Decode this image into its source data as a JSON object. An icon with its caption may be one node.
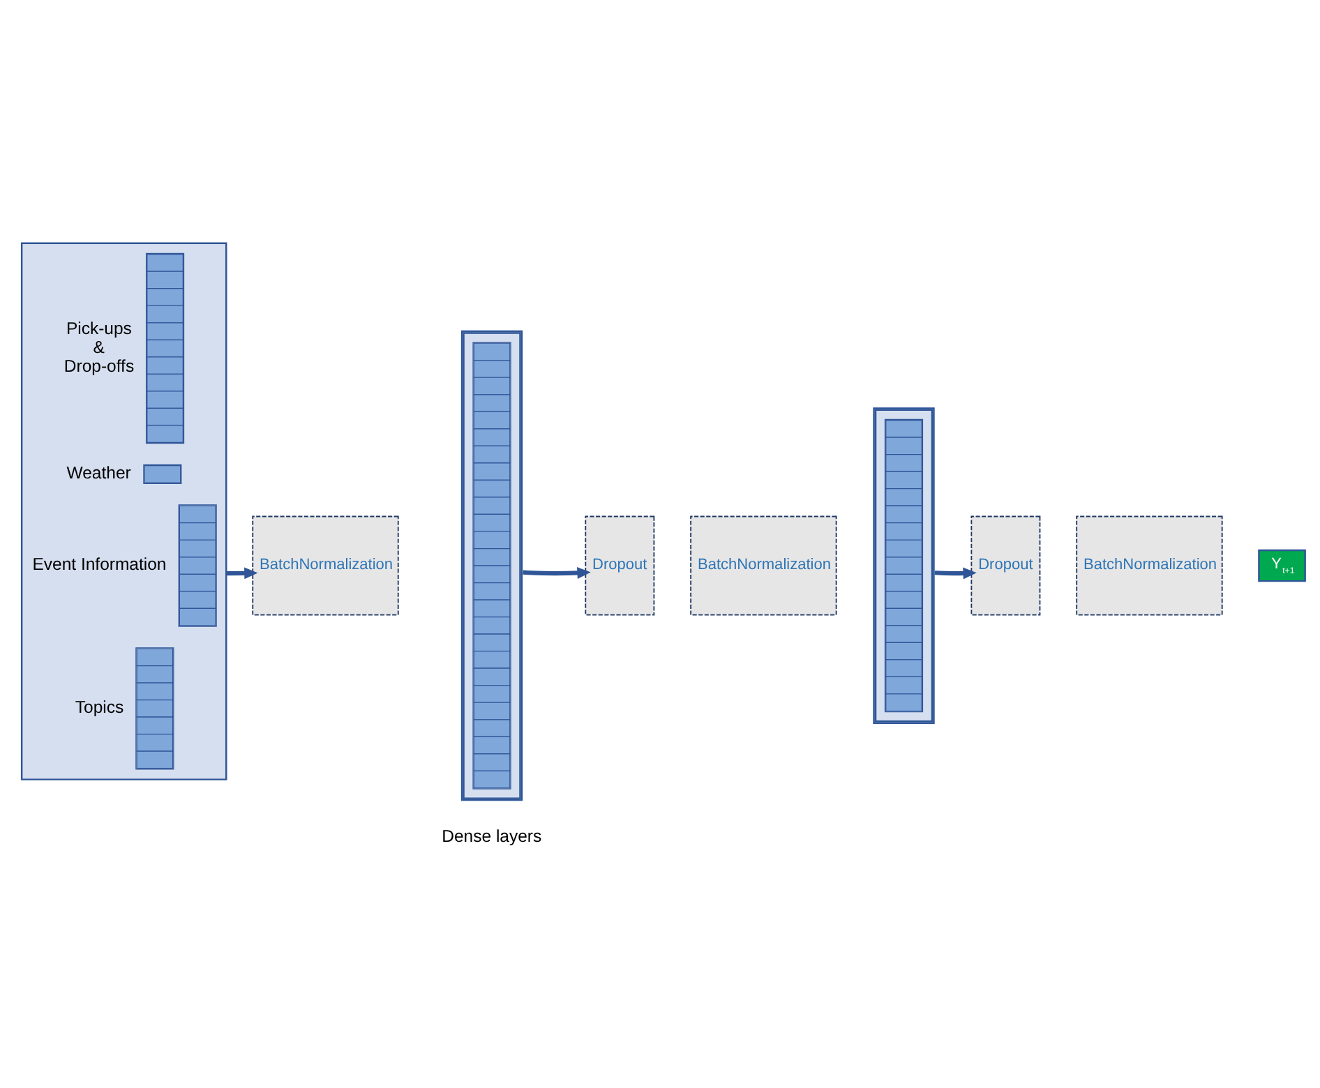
{
  "diagram": {
    "nodes": [
      {
        "text": [],
        "shape": "bar"
      },
      {
        "text": [],
        "shape": "bar",
        "in": 0,
        "beside": [
          "Pick-ups & Drop-offs"
        ]
      },
      {
        "text": [],
        "shape": "bar",
        "in": 0,
        "beside": [
          "Weather"
        ]
      },
      {
        "text": [],
        "shape": "bar",
        "in": 0,
        "beside": [
          "Event Information"
        ]
      },
      {
        "text": [],
        "shape": "bar",
        "in": 0,
        "beside": [
          "Topics"
        ]
      },
      {
        "text": [
          "BatchNormalization"
        ]
      },
      {
        "text": [],
        "shape": "bar"
      },
      {
        "text": [
          "Dropout"
        ]
      },
      {
        "text": [
          "BatchNormalization"
        ]
      },
      {
        "text": [],
        "shape": "bar"
      },
      {
        "text": [
          "Dropout"
        ]
      },
      {
        "text": [
          "BatchNormalization"
        ]
      },
      {
        "text": [
          "Y$_{t+1}$"
        ]
      }
    ],
    "edges": [
      {
        "from": 0,
        "to": 5,
        "arrow": "to"
      },
      {
        "from": 6,
        "to": 7,
        "arrow": "to"
      },
      {
        "from": 9,
        "to": 10,
        "arrow": "to"
      }
    ],
    "labels": [
      "Dense layers"
    ]
  }
}
